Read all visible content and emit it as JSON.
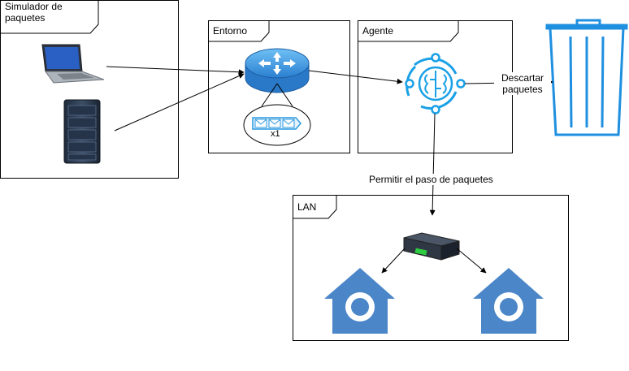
{
  "diagram": {
    "simulator_label": "Simulador de\npaquetes",
    "environment_label": "Entorno",
    "agent_label": "Agente",
    "lan_label": "LAN",
    "queue_count": "x1",
    "discard_label": "Descartar\npaquetes",
    "allow_label": "Permitir el paso de paquetes"
  },
  "colors": {
    "router_blue": "#3a8fd9",
    "agent_blue": "#1aa0e6",
    "trash_blue": "#1f8fe0",
    "home_blue": "#4a86c8",
    "switch_green": "#2ecc40"
  },
  "icons": [
    "laptop-icon",
    "server-icon",
    "router-icon",
    "envelope-queue-icon",
    "ai-brain-icon",
    "trash-icon",
    "network-switch-icon",
    "home-icon"
  ]
}
